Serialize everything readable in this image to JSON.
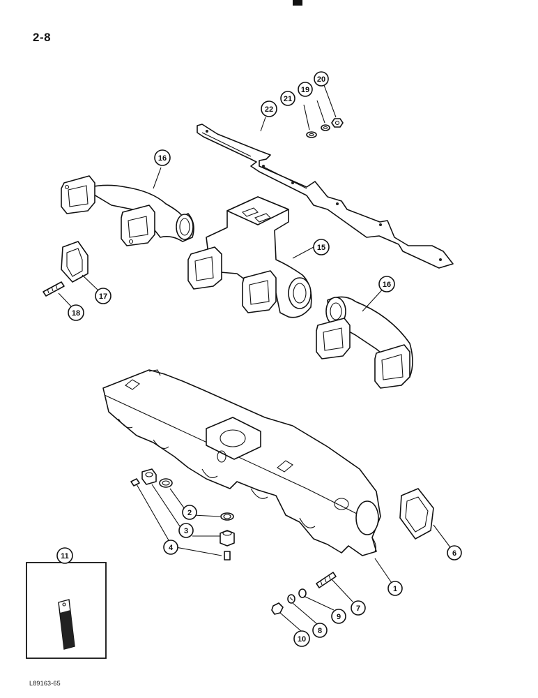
{
  "page_number": "2-8",
  "figure_code": "L89163-65",
  "callouts": [
    "1",
    "2",
    "3",
    "4",
    "6",
    "7",
    "8",
    "9",
    "10",
    "11",
    "15",
    "16",
    "16",
    "17",
    "18",
    "19",
    "20",
    "21",
    "22"
  ],
  "colors": {
    "ink": "#111111",
    "paper": "#ffffff"
  }
}
